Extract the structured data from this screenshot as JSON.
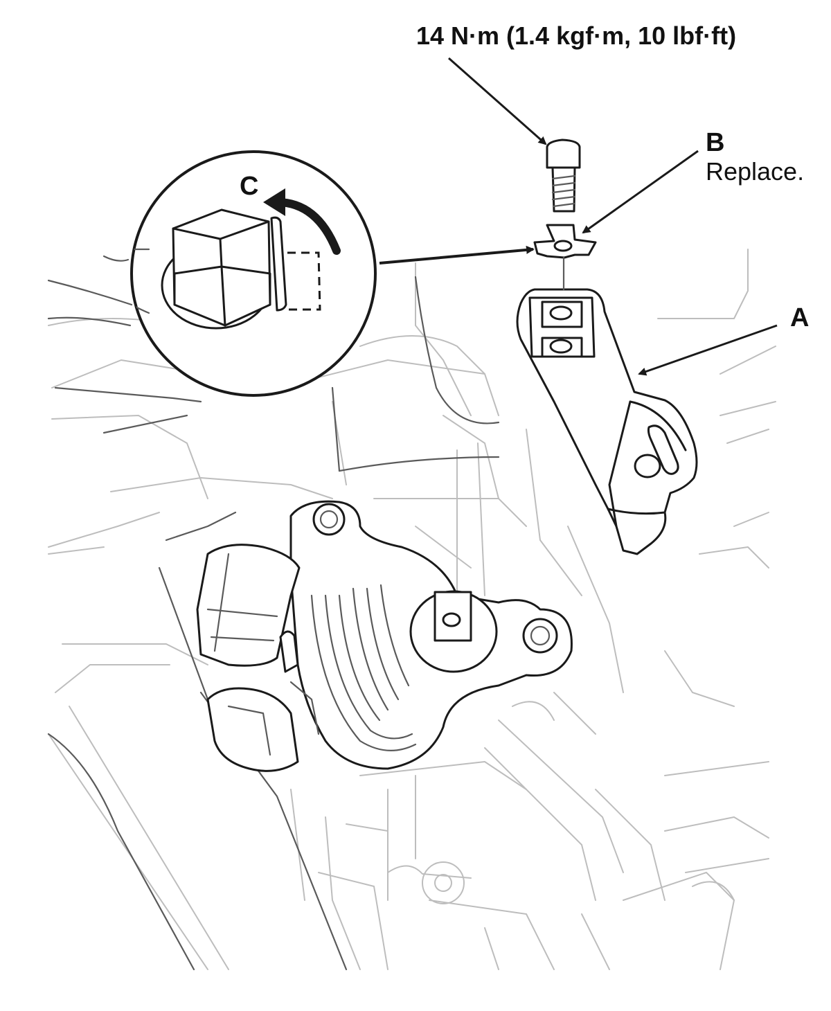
{
  "labels": {
    "torque": "14 N·m (1.4 kgf·m, 10 lbf·ft)",
    "b": "B",
    "b_note": "Replace.",
    "a": "A",
    "c": "C"
  },
  "colors": {
    "ink": "#1a1a1a",
    "background_lines": "#bdbdbd"
  }
}
